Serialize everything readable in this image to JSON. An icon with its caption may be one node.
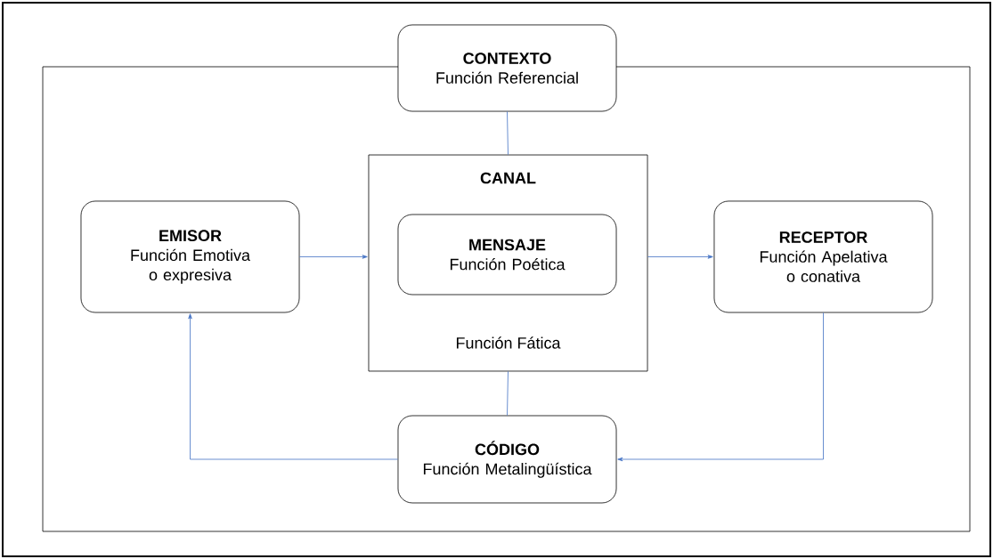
{
  "diagram": {
    "nodes": [
      {
        "text": [
          "CONTEXTO",
          "Función Referencial"
        ]
      },
      {
        "text": [
          "CANAL",
          "Función Fática"
        ]
      },
      {
        "text": [
          "MENSAJE",
          "Función Poética"
        ],
        "in": 1
      },
      {
        "text": [
          "EMISOR",
          "Función Emotiva o expresiva"
        ]
      },
      {
        "text": [
          "RECEPTOR",
          "Función Apelativa o conativa"
        ]
      },
      {
        "text": [
          "CÓDIGO",
          "Función Metalingüística"
        ]
      }
    ],
    "edges": [
      {
        "from": 0,
        "to": 1,
        "arrow": "none"
      },
      {
        "from": 3,
        "to": 1,
        "arrow": "to"
      },
      {
        "from": 1,
        "to": 4,
        "arrow": "to"
      },
      {
        "from": 1,
        "to": 5,
        "arrow": "none"
      },
      {
        "from": 4,
        "to": 5,
        "arrow": "to"
      },
      {
        "from": 5,
        "to": 3,
        "arrow": "to"
      }
    ]
  }
}
